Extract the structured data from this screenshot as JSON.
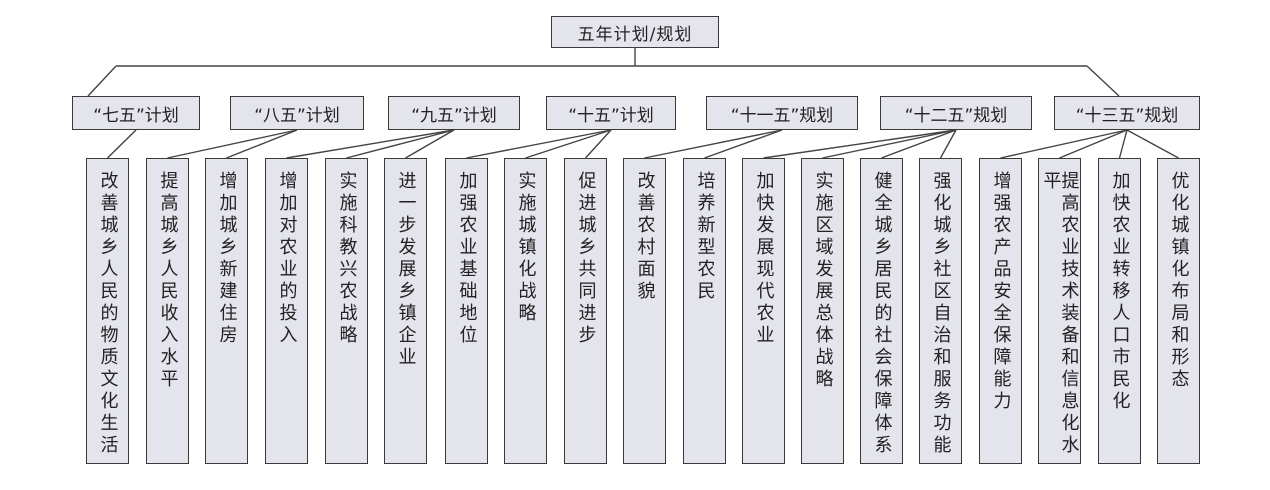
{
  "root": "五年计划/规划",
  "plans": [
    {
      "label": "“七五”计划",
      "leaves": [
        "改善城乡人民的物质文化生活"
      ]
    },
    {
      "label": "“八五”计划",
      "leaves": [
        "提高城乡人民收入水平",
        "增加城乡新建住房"
      ]
    },
    {
      "label": "“九五”计划",
      "leaves": [
        "增加对农业的投入",
        "实施科教兴农战略",
        "进一步发展乡镇企业"
      ]
    },
    {
      "label": "“十五”计划",
      "leaves": [
        "加强农业基础地位",
        "实施城镇化战略",
        "促进城乡共同进步"
      ]
    },
    {
      "label": "“十一五”规划",
      "leaves": [
        "改善农村面貌",
        "培养新型农民"
      ]
    },
    {
      "label": "“十二五”规划",
      "leaves": [
        "加快发展现代农业",
        "实施区域发展总体战略",
        "健全城乡居民的社会保障体系",
        "强化城乡社区自治和服务功能"
      ]
    },
    {
      "label": "“十三五”规划",
      "leaves": [
        "增强农产品安全保障能力",
        "提高农业技术装备和信息化水平",
        "加快农业转移人口市民化",
        "优化城镇化布局和形态"
      ]
    }
  ]
}
